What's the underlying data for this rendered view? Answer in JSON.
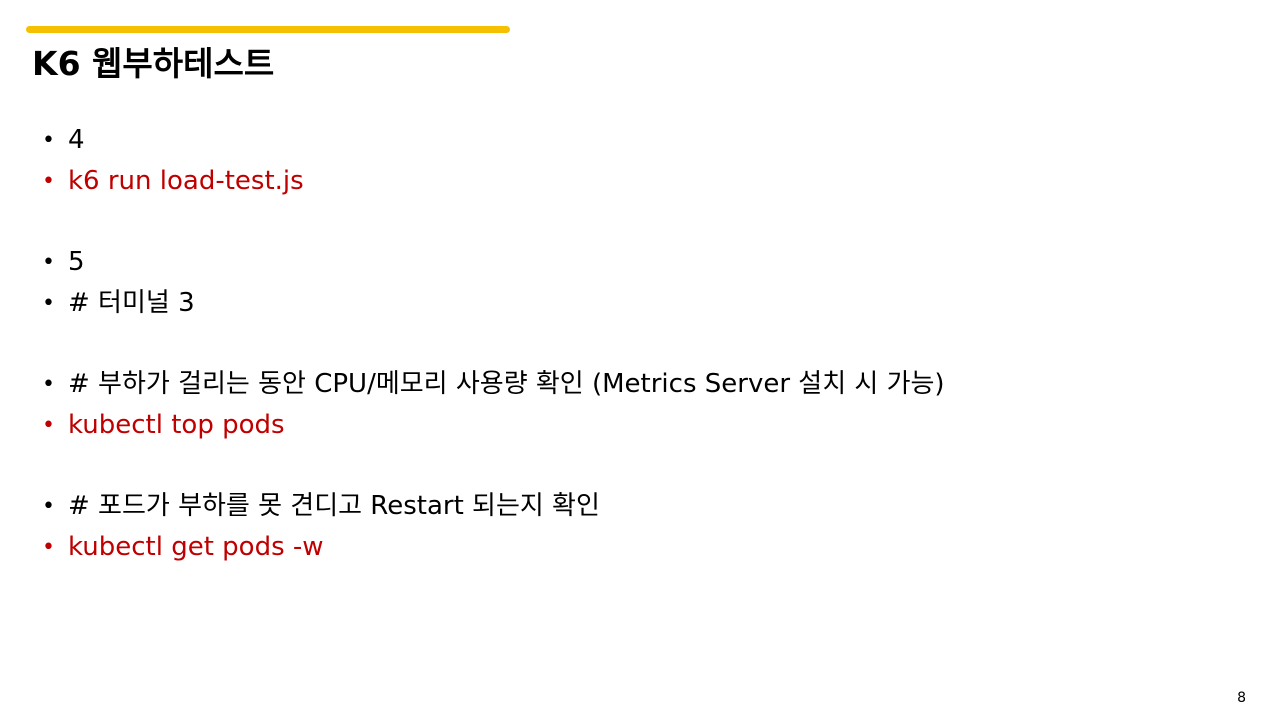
{
  "slide": {
    "title": "K6 웹부하테스트",
    "page_number": "8",
    "accent_color": "#F5C000",
    "command_color": "#C00000",
    "text_color": "#000000"
  },
  "bullets": [
    {
      "text": "4",
      "style": "plain"
    },
    {
      "text": "k6 run load-test.js",
      "style": "command"
    },
    {
      "text": "",
      "style": "spacer"
    },
    {
      "text": "5",
      "style": "plain"
    },
    {
      "text": "# 터미널 3",
      "style": "plain"
    },
    {
      "text": "",
      "style": "spacer"
    },
    {
      "text": "# 부하가 걸리는 동안 CPU/메모리 사용량 확인 (Metrics Server 설치 시 가능)",
      "style": "plain"
    },
    {
      "text": "kubectl top pods",
      "style": "command"
    },
    {
      "text": "",
      "style": "spacer"
    },
    {
      "text": "# 포드가 부하를 못 견디고 Restart 되는지 확인",
      "style": "plain"
    },
    {
      "text": "kubectl get pods -w",
      "style": "command"
    }
  ]
}
